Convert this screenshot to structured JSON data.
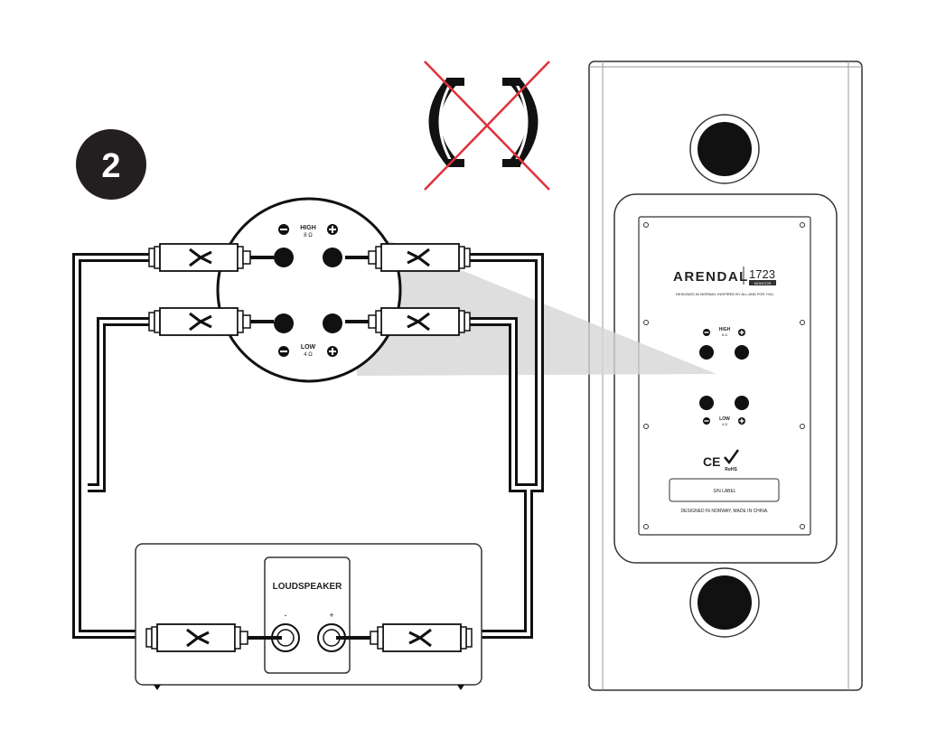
{
  "step": {
    "number": "2"
  },
  "zoom_terminal": {
    "high_label": "HIGH",
    "high_impedance": "8 Ω",
    "low_label": "LOW",
    "low_impedance": "4 Ω",
    "minus": "−",
    "plus": "+"
  },
  "speaker_back": {
    "brand": "ARENDAL",
    "model": "1723",
    "model_sub": "MONITOR",
    "tagline": "DESIGNED IN NORWAY, INSPIRED BY ALL AND FOR YOU",
    "high_label": "HIGH",
    "high_impedance": "8 Ω",
    "low_label": "LOW",
    "low_impedance": "4 Ω",
    "ce_mark": "CE",
    "rohs": "RoHS",
    "sn_label": "S/N LABEL",
    "origin": "DESIGNED IN NORWAY, MADE IN CHINA."
  },
  "amplifier": {
    "title": "LOUDSPEAKER",
    "minus": "-",
    "plus": "+"
  },
  "colors": {
    "cable": "#111111",
    "outline": "#222222",
    "cross": "#e0303a",
    "beam": "#d6d6d6"
  },
  "icons": [
    "step-badge-icon",
    "jumper-bar-icon",
    "banana-plug-icon",
    "speaker-driver-icon",
    "ce-mark-icon",
    "rohs-check-icon"
  ]
}
